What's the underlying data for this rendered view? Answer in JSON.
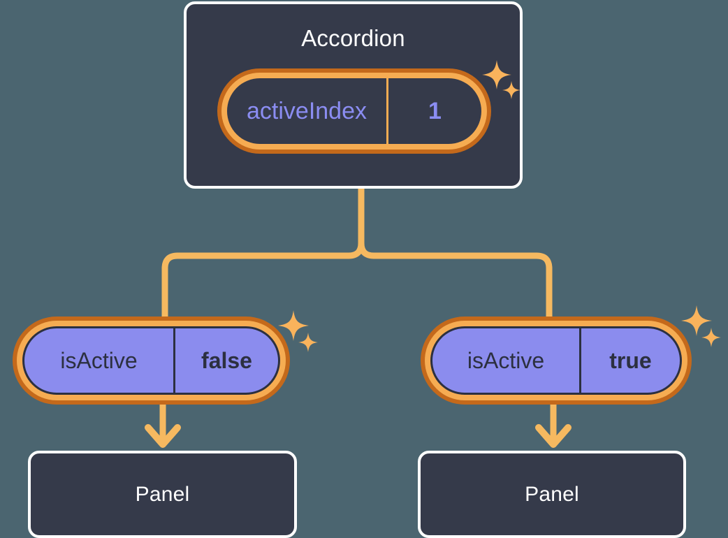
{
  "theme": {
    "background": "#4b6570",
    "card_fill": "#353a4a",
    "card_border": "#ffffff",
    "ring_outer": "#c4691b",
    "ring_inner": "#f6ac52",
    "pill_purple_fill": "#8b8cee",
    "pill_dark_text": "#2c3040",
    "pill_accent_text": "#8b8df2",
    "connector": "#f6b960"
  },
  "root": {
    "title": "Accordion",
    "state": {
      "key": "activeIndex",
      "value": "1"
    }
  },
  "branches": [
    {
      "state": {
        "key": "isActive",
        "value": "false"
      },
      "child": {
        "title": "Panel"
      }
    },
    {
      "state": {
        "key": "isActive",
        "value": "true"
      },
      "child": {
        "title": "Panel"
      }
    }
  ],
  "icons": {
    "sparkle_large": "sparkle-icon",
    "sparkle_small": "sparkle-small-icon",
    "arrow": "arrow-down-icon"
  }
}
